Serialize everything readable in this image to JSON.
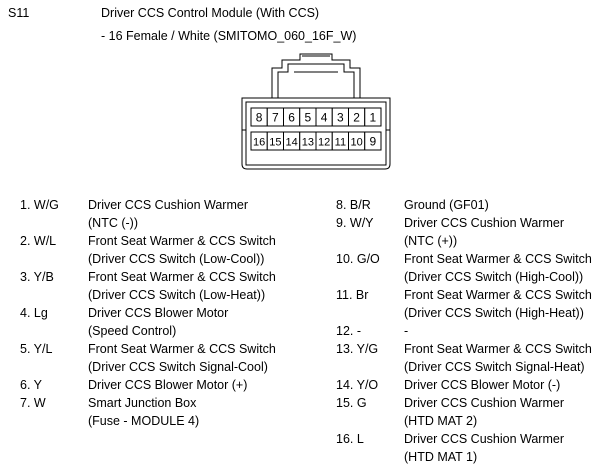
{
  "header": {
    "code": "S11",
    "title": "Driver CCS Control Module (With CCS)",
    "subtitle": "- 16 Female / White (SMITOMO_060_16F_W)"
  },
  "connector": {
    "top_row": [
      "8",
      "7",
      "6",
      "5",
      "4",
      "3",
      "2",
      "1"
    ],
    "bottom_row": [
      "16",
      "15",
      "14",
      "13",
      "12",
      "11",
      "10",
      "9"
    ]
  },
  "pins_left": [
    {
      "id": "1. W/G",
      "lines": [
        "Driver CCS Cushion Warmer",
        "(NTC (-))"
      ]
    },
    {
      "id": "2. W/L",
      "lines": [
        "Front Seat Warmer & CCS Switch",
        "(Driver CCS Switch (Low-Cool))"
      ]
    },
    {
      "id": "3. Y/B",
      "lines": [
        "Front Seat Warmer & CCS Switch",
        "(Driver CCS Switch (Low-Heat))"
      ]
    },
    {
      "id": "4. Lg",
      "lines": [
        "Driver CCS Blower Motor",
        "(Speed Control)"
      ]
    },
    {
      "id": "5. Y/L",
      "lines": [
        "Front Seat Warmer & CCS Switch",
        "(Driver CCS Switch Signal-Cool)"
      ]
    },
    {
      "id": "6. Y",
      "lines": [
        "Driver CCS Blower Motor (+)"
      ]
    },
    {
      "id": "7. W",
      "lines": [
        "Smart Junction Box",
        "(Fuse - MODULE 4)"
      ]
    }
  ],
  "pins_right": [
    {
      "id": "8. B/R",
      "lines": [
        "Ground (GF01)"
      ]
    },
    {
      "id": "9. W/Y",
      "lines": [
        "Driver CCS Cushion Warmer",
        "(NTC (+))"
      ]
    },
    {
      "id": "10. G/O",
      "lines": [
        "Front Seat Warmer & CCS Switch",
        "(Driver CCS Switch (High-Cool))"
      ]
    },
    {
      "id": "11. Br",
      "lines": [
        "Front Seat Warmer & CCS Switch",
        "(Driver CCS Switch (High-Heat))"
      ]
    },
    {
      "id": "12. -",
      "lines": [
        "-"
      ]
    },
    {
      "id": "13. Y/G",
      "lines": [
        "Front Seat Warmer & CCS Switch",
        "(Driver CCS Switch Signal-Heat)"
      ]
    },
    {
      "id": "14. Y/O",
      "lines": [
        "Driver CCS Blower Motor (-)"
      ]
    },
    {
      "id": "15. G",
      "lines": [
        "Driver CCS Cushion Warmer",
        "(HTD MAT 2)"
      ]
    },
    {
      "id": "16. L",
      "lines": [
        "Driver CCS Cushion Warmer",
        "(HTD MAT 1)"
      ]
    }
  ]
}
